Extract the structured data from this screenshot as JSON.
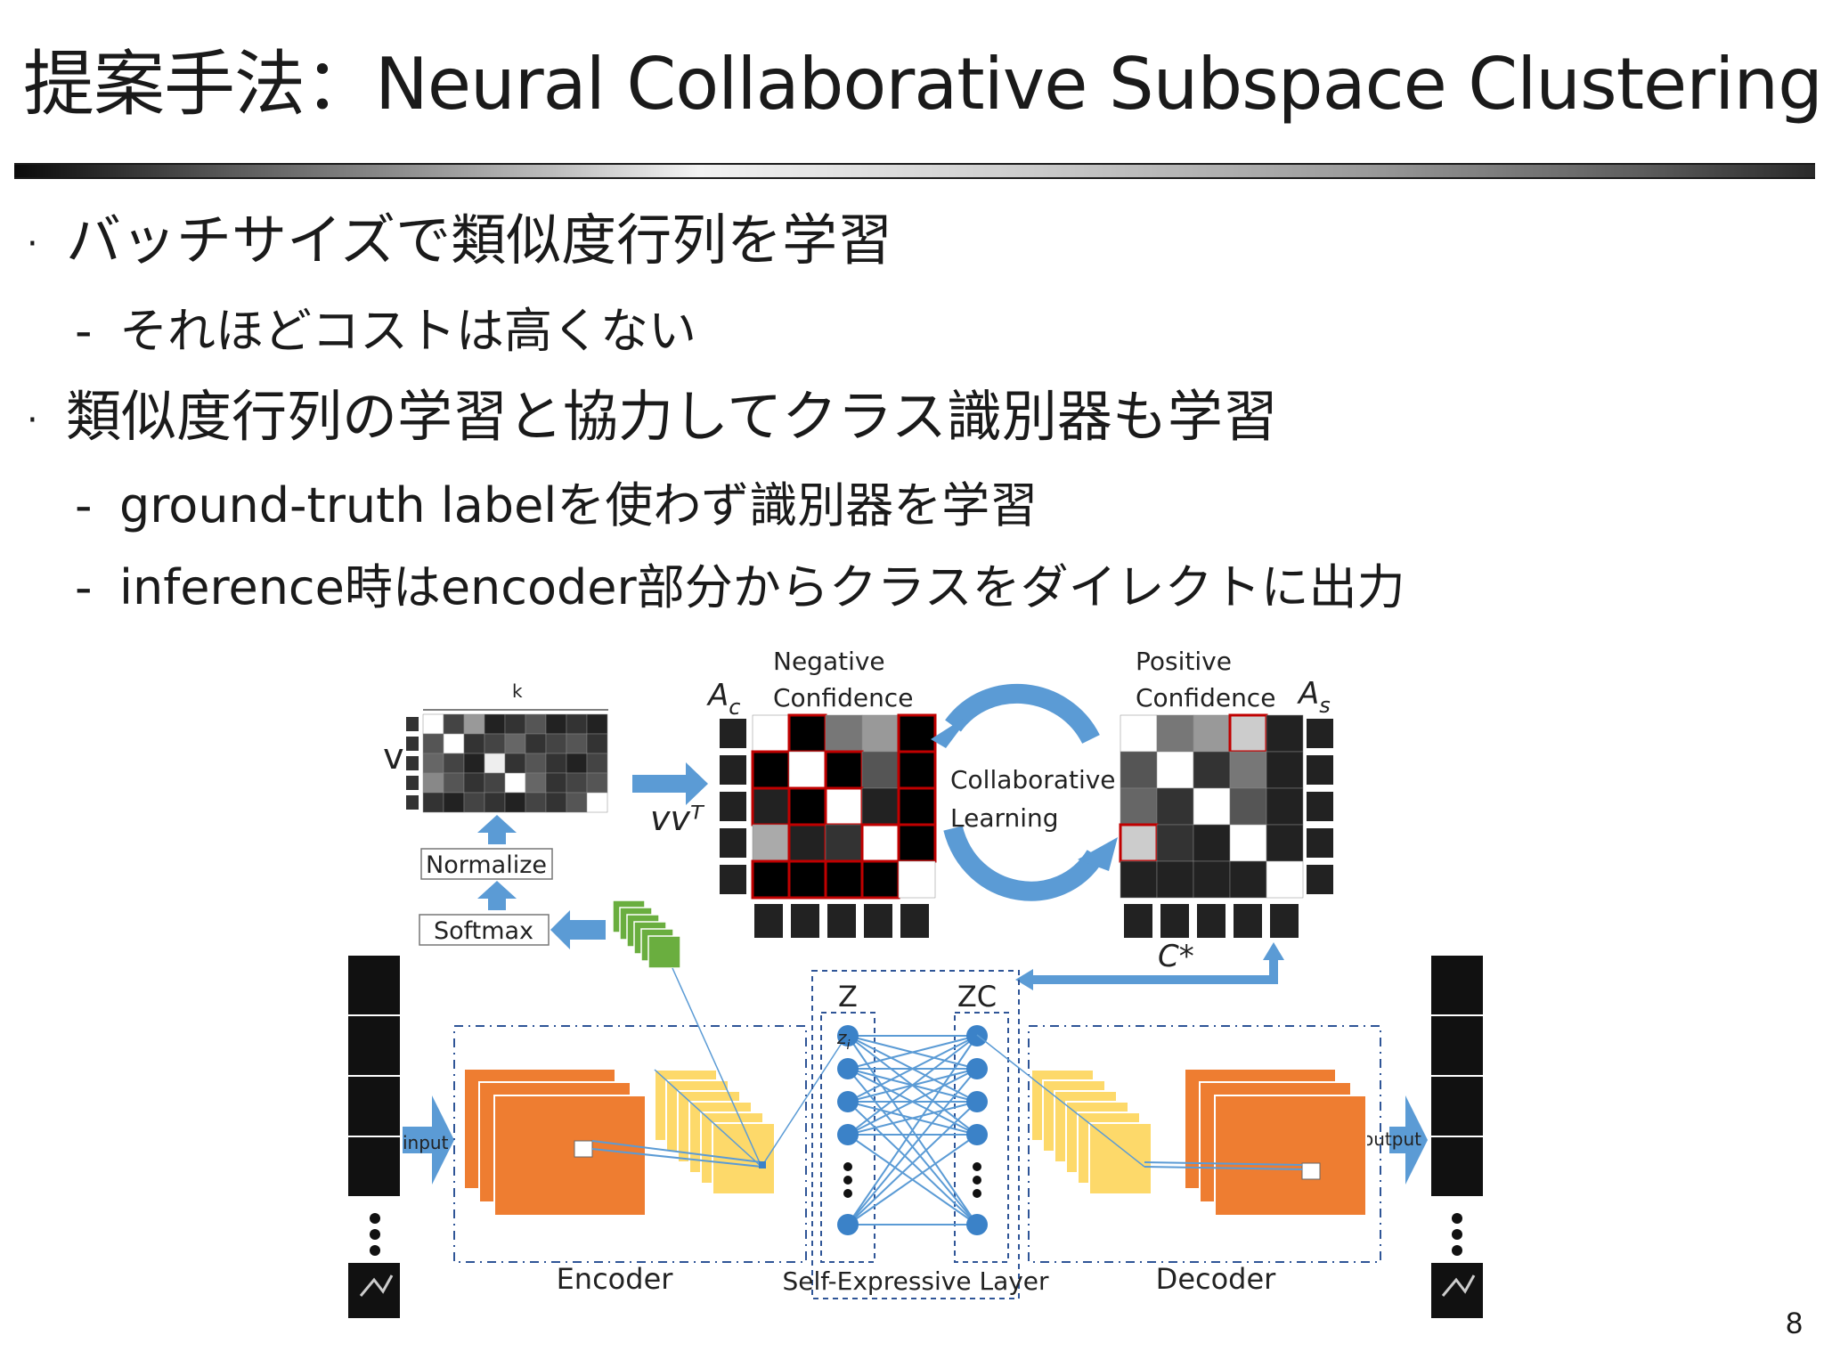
{
  "title": "提案手法：Neural Collaborative Subspace Clustering",
  "bullets": [
    {
      "text": "バッチサイズで類似度行列を学習",
      "subs": [
        "それほどコストは高くない"
      ]
    },
    {
      "text": "類似度行列の学習と協力してクラス識別器も学習",
      "subs": [
        "ground-truth labelを使わず識別器を学習",
        "inference時はencoder部分からクラスをダイレクトに出力"
      ]
    }
  ],
  "bullet_marker": "·",
  "sub_marker": "-",
  "figure": {
    "v_label": "v",
    "k_label": "k",
    "vvt_label": "vvᵀ",
    "normalize_label": "Normalize",
    "softmax_label": "Softmax",
    "neg_label_line1": "Negative",
    "neg_label_line2": "Confidence",
    "ac_label": "A",
    "ac_sub": "c",
    "pos_label_line1": "Positive",
    "pos_label_line2": "Confidence",
    "as_label": "A",
    "as_sub": "s",
    "collab_line1": "Collaborative",
    "collab_line2": "Learning",
    "cstar_label": "C*",
    "z_label": "Z",
    "zc_label": "ZC",
    "zi_label": "z",
    "zi_sub": "i",
    "input_label": "input",
    "output_label": "output",
    "encoder_label": "Encoder",
    "decoder_label": "Decoder",
    "selfexp_label": "Self-Expressive Layer",
    "colors": {
      "orange": "#ee7d31",
      "yellow": "#fdd96a",
      "green": "#6aae3f",
      "arrow_blue": "#5b9bd5",
      "node_blue": "#3b82c8",
      "red": "#c00000",
      "dash": "#2f5597"
    }
  },
  "page_number": "8"
}
